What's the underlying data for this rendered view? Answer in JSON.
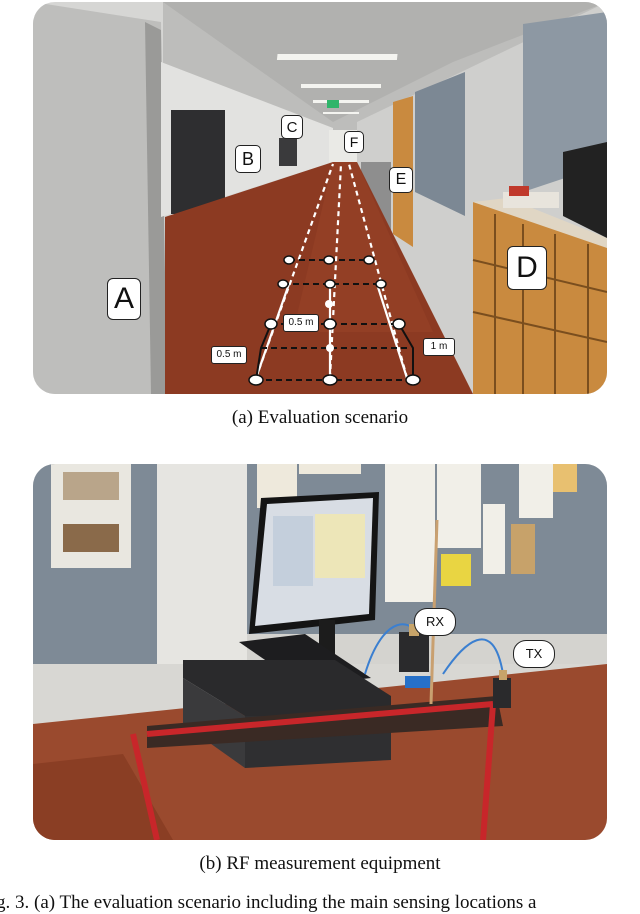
{
  "figure": {
    "caption_a": "(a) Evaluation scenario",
    "caption_b": "(b) RF measurement equipment",
    "fig_caption": "g. 3.  (a) The evaluation scenario including the main sensing locations a"
  },
  "scenario": {
    "labels": {
      "a": "A",
      "b": "B",
      "c": "C",
      "d": "D",
      "e": "E",
      "f": "F"
    },
    "measurements": {
      "half_m_inner": "0.5 m",
      "half_m_left": "0.5 m",
      "one_m": "1 m"
    }
  },
  "equipment": {
    "rx_label": "RX",
    "tx_label": "TX"
  },
  "colors": {
    "floor": "#8c3a22",
    "wall": "#d8d8d6",
    "door_dark": "#2e2e30",
    "cabinet_wood": "#c98a3f",
    "pin_board": "#7c8894",
    "cart_red": "#c8262a"
  }
}
